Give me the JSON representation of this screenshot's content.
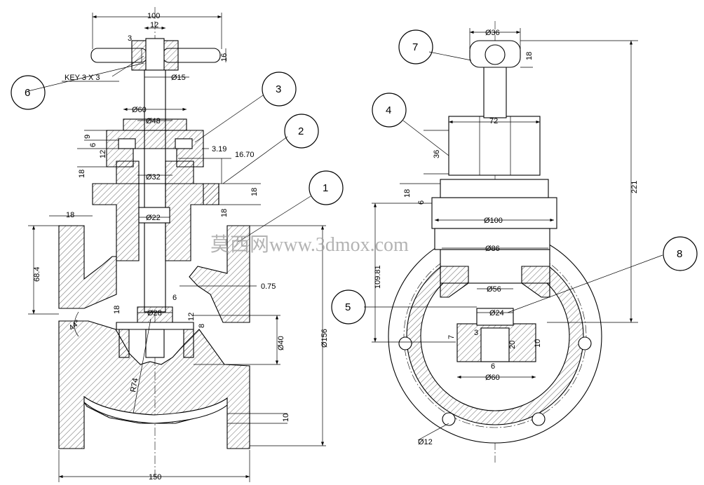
{
  "balloons": [
    "1",
    "2",
    "3",
    "4",
    "5",
    "6",
    "7",
    "8"
  ],
  "dims": {
    "d100": "100",
    "d12": "12",
    "d3": "3",
    "d16": "16",
    "key": "KEY 3 X 3",
    "phi15": "Ø15",
    "phi60": "Ø60",
    "phi48": "Ø48",
    "d9": "9",
    "d6": "6",
    "d12b": "12",
    "d319": "3.19",
    "d1670": "16.70",
    "d18a": "18",
    "phi32": "Ø32",
    "d18b": "18",
    "d18c": "18",
    "d18d": "18",
    "phi22": "Ø22",
    "d684": "68.4",
    "d075": "0.75",
    "d18e": "18",
    "phi28": "Ø28",
    "d6b": "6",
    "d12c": "12",
    "d8": "8",
    "ang": "44°",
    "phi40": "Ø40",
    "phi156": "Ø156",
    "r74": "R74",
    "d10": "10",
    "d150": "150",
    "phi36": "Ø36",
    "d18f": "18",
    "d72": "72",
    "d36": "36",
    "d221": "221",
    "d18g": "18",
    "d6c": "6",
    "phi100": "Ø100",
    "phi86": "Ø86",
    "d10981": "109.81",
    "phi56": "Ø56",
    "phi24": "Ø24",
    "d7": "7",
    "d3b": "3",
    "d20": "20",
    "d10b": "10",
    "d6d": "6",
    "phi60b": "Ø60",
    "phi12": "Ø12"
  },
  "watermark": "莫西网www.3dmox.com"
}
